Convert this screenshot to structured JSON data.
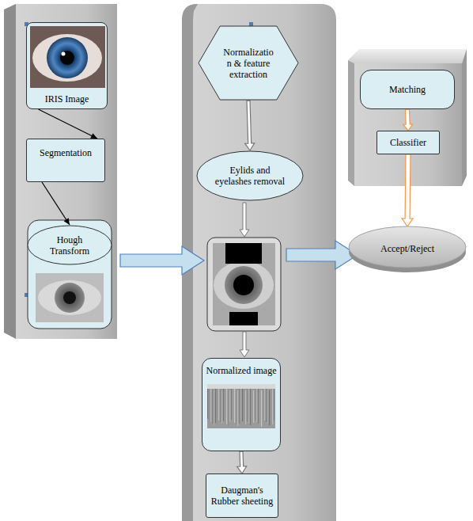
{
  "diagram": {
    "nodes": [
      {
        "text": [
          "IRIS Image"
        ]
      },
      {
        "text": [
          "Segmentation"
        ]
      },
      {
        "text": [
          "Hough Transform"
        ]
      },
      {
        "text": [
          "Normalizatio n & feature extraction"
        ]
      },
      {
        "text": [
          "Eylids and eyelashes removal"
        ]
      },
      {
        "text": [
          "Normalized image"
        ]
      },
      {
        "text": [
          "Daugman's Rubber sheeting"
        ]
      },
      {
        "text": [
          "Matching"
        ]
      },
      {
        "text": [
          "Classifier"
        ]
      },
      {
        "text": [
          "Accept/Reject"
        ]
      }
    ],
    "edges": [
      {
        "from": 0,
        "to": 1,
        "arrow": "to"
      },
      {
        "from": 1,
        "to": 2,
        "arrow": "to"
      },
      {
        "from": 3,
        "to": 4,
        "arrow": "to"
      },
      {
        "from": 5,
        "to": 6,
        "arrow": "to"
      },
      {
        "from": 7,
        "to": 8,
        "arrow": "to"
      },
      {
        "from": 8,
        "to": 9,
        "arrow": "to"
      }
    ]
  }
}
